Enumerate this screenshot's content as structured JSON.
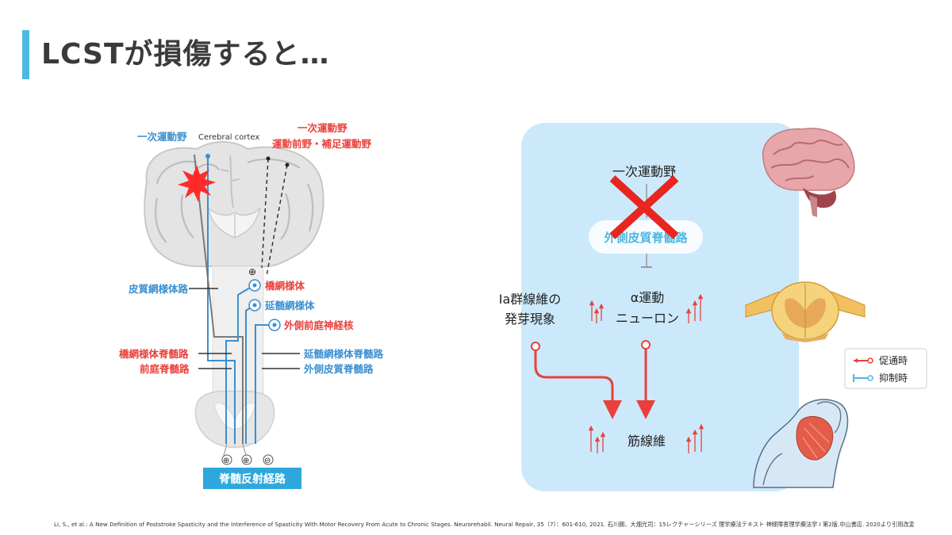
{
  "title": "LCSTが損傷すると…",
  "left_diagram": {
    "cortex_label": "Cerebral cortex",
    "primary_motor_blue": "一次運動野",
    "primary_motor_red": "一次運動野",
    "premotor_red": "運動前野・補足運動野",
    "plus_sign": "⊕",
    "pons_reticular": "橋網様体",
    "medullary_reticular": "延髄網様体",
    "lateral_vestibular": "外側前庭神経核",
    "corticoreticular": "皮質網様体路",
    "pontine_reticulospinal": "橋網様体脊髄路",
    "vestibulospinal": "前庭脊髄路",
    "medullary_reticulospinal": "延髄網様体脊髄路",
    "lateral_corticospinal": "外側皮質脊髄路",
    "spinal_reflex": "脊髄反射経路",
    "signs": [
      "⊕",
      "⊕",
      "⊖"
    ]
  },
  "right_diagram": {
    "primary_motor": "一次運動野",
    "lcst": "外側皮質脊髄路",
    "ia_line1": "Ia群線維の",
    "ia_line2": "発芽現象",
    "alpha_line1": "α運動",
    "alpha_line2": "ニューロン",
    "muscle": "筋線維"
  },
  "legend": {
    "facilitation": "促通時",
    "inhibition": "抑制時"
  },
  "colors": {
    "accent_blue": "#3a8fd1",
    "accent_red": "#e8413c",
    "panel_bg": "#cce9fb",
    "title_bar": "#4db8e0"
  },
  "citation": "Li, S., et al.: A New Definition of Poststroke Spasticity and the Interference of Spasticity With Motor Recovery From Acute to Chronic Stages. Neurorehabil. Neural Repair, 35（7）：601-610, 2021. 石川朗、大畑光司：15レクチャーシリーズ 理学療法テキスト 神経障害理学療法学 I 第2版.中山書店. 2020より引用改変"
}
